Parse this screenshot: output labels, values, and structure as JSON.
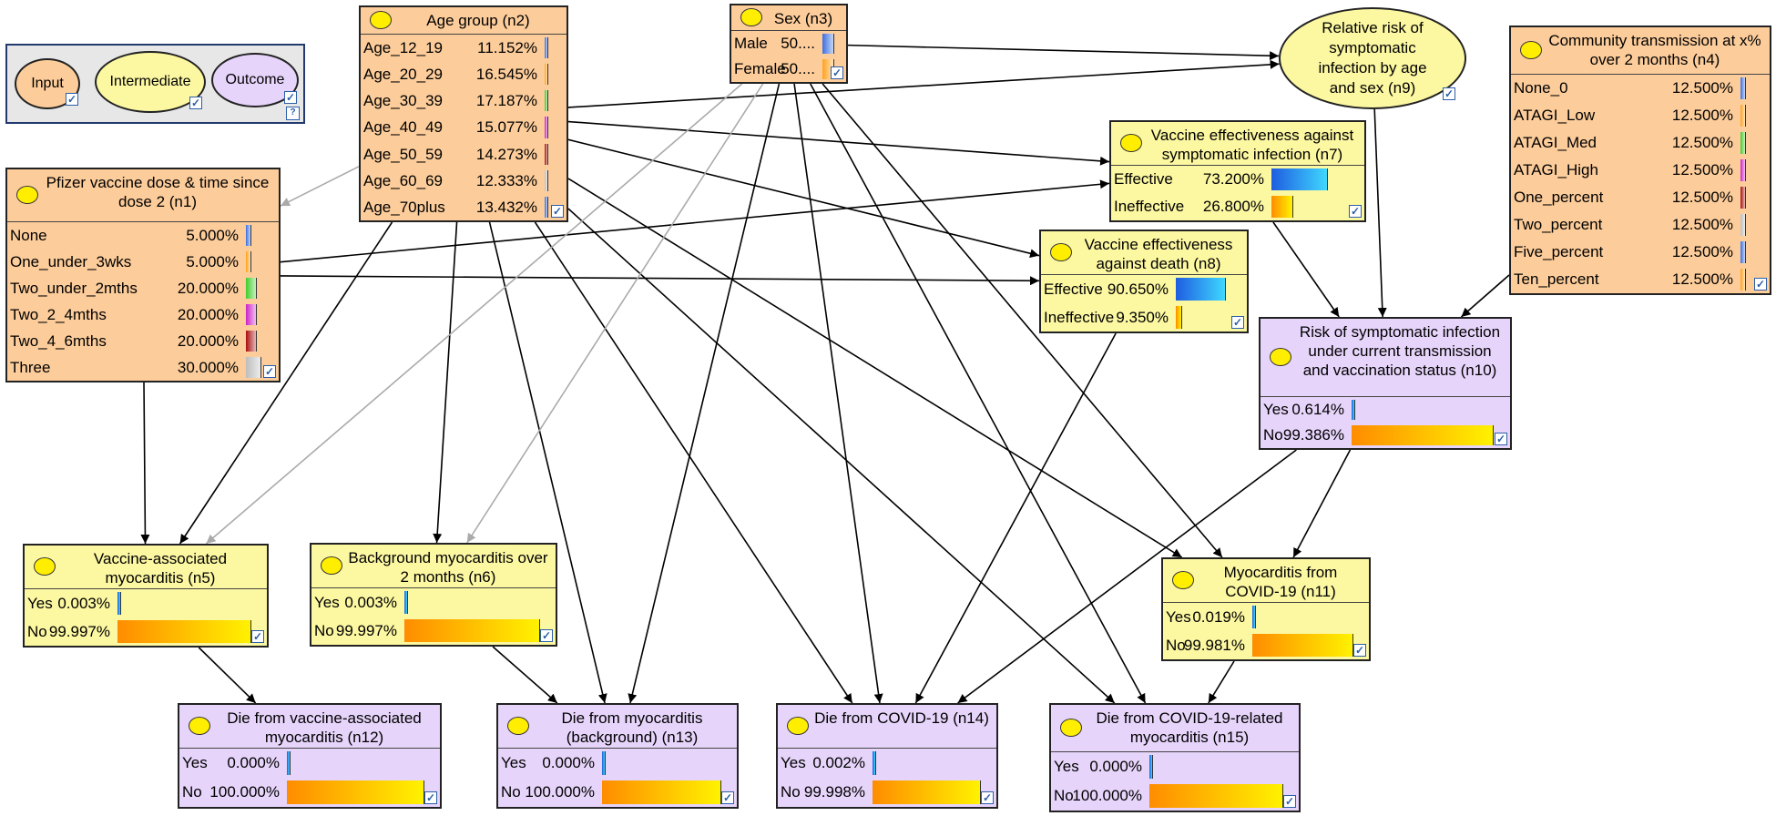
{
  "legend": {
    "input": "Input",
    "intermediate": "Intermediate",
    "outcome": "Outcome"
  },
  "nodes": {
    "n1": {
      "title": "Pfizer vaccine dose & time since dose 2 (n1)",
      "states": [
        {
          "label": "None",
          "value": "5.000%",
          "frac": 0.05,
          "color": "#3a6fe0"
        },
        {
          "label": "One_under_3wks",
          "value": "5.000%",
          "frac": 0.05,
          "color": "#ffa11a"
        },
        {
          "label": "Two_under_2mths",
          "value": "20.000%",
          "frac": 0.2,
          "color": "#3fcc2a"
        },
        {
          "label": "Two_2_4mths",
          "value": "20.000%",
          "frac": 0.2,
          "color": "#cc22c8"
        },
        {
          "label": "Two_4_6mths",
          "value": "20.000%",
          "frac": 0.2,
          "color": "#a80d0d"
        },
        {
          "label": "Three",
          "value": "30.000%",
          "frac": 0.3,
          "color": "#bdbdbd"
        }
      ]
    },
    "n2": {
      "title": "Age group (n2)",
      "states": [
        {
          "label": "Age_12_19",
          "value": "11.152%",
          "frac": 0.11152,
          "color": "#3a6fe0"
        },
        {
          "label": "Age_20_29",
          "value": "16.545%",
          "frac": 0.16545,
          "color": "#ffa11a"
        },
        {
          "label": "Age_30_39",
          "value": "17.187%",
          "frac": 0.17187,
          "color": "#3fcc2a"
        },
        {
          "label": "Age_40_49",
          "value": "15.077%",
          "frac": 0.15077,
          "color": "#cc22c8"
        },
        {
          "label": "Age_50_59",
          "value": "14.273%",
          "frac": 0.14273,
          "color": "#a80d0d"
        },
        {
          "label": "Age_60_69",
          "value": "12.333%",
          "frac": 0.12333,
          "color": "#bdbdbd"
        },
        {
          "label": "Age_70plus",
          "value": "13.432%",
          "frac": 0.13432,
          "color": "#3a6fe0"
        }
      ]
    },
    "n3": {
      "title": "Sex (n3)",
      "states": [
        {
          "label": "Male",
          "value": "50....",
          "frac": 0.5,
          "color": "#3a6fe0"
        },
        {
          "label": "Female",
          "value": "50....",
          "frac": 0.5,
          "color": "#ffa11a"
        }
      ]
    },
    "n4": {
      "title": "Community transmission at x% over 2 months (n4)",
      "states": [
        {
          "label": "None_0",
          "value": "12.500%",
          "frac": 0.125,
          "color": "#3a6fe0"
        },
        {
          "label": "ATAGI_Low",
          "value": "12.500%",
          "frac": 0.125,
          "color": "#ffa11a"
        },
        {
          "label": "ATAGI_Med",
          "value": "12.500%",
          "frac": 0.125,
          "color": "#3fcc2a"
        },
        {
          "label": "ATAGI_High",
          "value": "12.500%",
          "frac": 0.125,
          "color": "#cc22c8"
        },
        {
          "label": "One_percent",
          "value": "12.500%",
          "frac": 0.125,
          "color": "#a80d0d"
        },
        {
          "label": "Two_percent",
          "value": "12.500%",
          "frac": 0.125,
          "color": "#bdbdbd"
        },
        {
          "label": "Five_percent",
          "value": "12.500%",
          "frac": 0.125,
          "color": "#3a6fe0"
        },
        {
          "label": "Ten_percent",
          "value": "12.500%",
          "frac": 0.125,
          "color": "#ffa11a"
        }
      ]
    },
    "n5": {
      "title": "Vaccine-associated myocarditis (n5)",
      "states": [
        {
          "label": "Yes",
          "value": "0.003%",
          "frac": 3e-05,
          "color": "#3a6fe0"
        },
        {
          "label": "No",
          "value": "99.997%",
          "frac": 0.99997,
          "color": "#ffa11a"
        }
      ]
    },
    "n6": {
      "title": "Background myocarditis over 2 months (n6)",
      "states": [
        {
          "label": "Yes",
          "value": "0.003%",
          "frac": 3e-05,
          "color": "#3a6fe0"
        },
        {
          "label": "No",
          "value": "99.997%",
          "frac": 0.99997,
          "color": "#ffa11a"
        }
      ]
    },
    "n7": {
      "title": "Vaccine effectiveness against symptomatic infection (n7)",
      "states": [
        {
          "label": "Effective",
          "value": "73.200%",
          "frac": 0.732,
          "color": "#3a6fe0"
        },
        {
          "label": "Ineffective",
          "value": "26.800%",
          "frac": 0.268,
          "color": "#ffa11a"
        }
      ]
    },
    "n8": {
      "title": "Vaccine effectiveness against death (n8)",
      "states": [
        {
          "label": "Effective",
          "value": "90.650%",
          "frac": 0.9065,
          "color": "#3a6fe0"
        },
        {
          "label": "Ineffective",
          "value": "9.350%",
          "frac": 0.0935,
          "color": "#ffa11a"
        }
      ]
    },
    "n9": {
      "title": "Relative risk of symptomatic infection by age and sex (n9)"
    },
    "n10": {
      "title": "Risk of symptomatic infection under current transmission and vaccination status (n10)",
      "states": [
        {
          "label": "Yes",
          "value": "0.614%",
          "frac": 0.00614,
          "color": "#3a6fe0"
        },
        {
          "label": "No",
          "value": "99.386%",
          "frac": 0.99386,
          "color": "#ffa11a"
        }
      ]
    },
    "n11": {
      "title": "Myocarditis from COVID-19 (n11)",
      "states": [
        {
          "label": "Yes",
          "value": "0.019%",
          "frac": 0.00019,
          "color": "#3a6fe0"
        },
        {
          "label": "No",
          "value": "99.981%",
          "frac": 0.99981,
          "color": "#ffa11a"
        }
      ]
    },
    "n12": {
      "title": "Die from vaccine-associated myocarditis (n12)",
      "states": [
        {
          "label": "Yes",
          "value": "0.000%",
          "frac": 0.0,
          "color": "#3a6fe0"
        },
        {
          "label": "No",
          "value": "100.000%",
          "frac": 1.0,
          "color": "#ffa11a"
        }
      ]
    },
    "n13": {
      "title": "Die from myocarditis (background) (n13)",
      "states": [
        {
          "label": "Yes",
          "value": "0.000%",
          "frac": 0.0,
          "color": "#3a6fe0"
        },
        {
          "label": "No",
          "value": "100.000%",
          "frac": 1.0,
          "color": "#ffa11a"
        }
      ]
    },
    "n14": {
      "title": "Die from COVID-19 (n14)",
      "states": [
        {
          "label": "Yes",
          "value": "0.002%",
          "frac": 2e-05,
          "color": "#3a6fe0"
        },
        {
          "label": "No",
          "value": "99.998%",
          "frac": 0.99998,
          "color": "#ffa11a"
        }
      ]
    },
    "n15": {
      "title": "Die from COVID-19-related myocarditis (n15)",
      "states": [
        {
          "label": "Yes",
          "value": "0.000%",
          "frac": 0.0,
          "color": "#3a6fe0"
        },
        {
          "label": "No",
          "value": "100.000%",
          "frac": 1.0,
          "color": "#ffa11a"
        }
      ]
    }
  },
  "edges": [
    [
      "n1",
      "n7"
    ],
    [
      "n1",
      "n8"
    ],
    [
      "n1",
      "n5"
    ],
    [
      "n2",
      "n1"
    ],
    [
      "n2",
      "n9"
    ],
    [
      "n2",
      "n7"
    ],
    [
      "n2",
      "n8"
    ],
    [
      "n2",
      "n11"
    ],
    [
      "n2",
      "n5"
    ],
    [
      "n2",
      "n6"
    ],
    [
      "n2",
      "n13"
    ],
    [
      "n2",
      "n14"
    ],
    [
      "n2",
      "n15"
    ],
    [
      "n3",
      "n9"
    ],
    [
      "n3",
      "n5"
    ],
    [
      "n3",
      "n6"
    ],
    [
      "n3",
      "n13"
    ],
    [
      "n3",
      "n14"
    ],
    [
      "n3",
      "n15"
    ],
    [
      "n3",
      "n11"
    ],
    [
      "n9",
      "n10"
    ],
    [
      "n7",
      "n10"
    ],
    [
      "n4",
      "n10"
    ],
    [
      "n10",
      "n11"
    ],
    [
      "n10",
      "n14"
    ],
    [
      "n8",
      "n14"
    ],
    [
      "n5",
      "n12"
    ],
    [
      "n6",
      "n13"
    ],
    [
      "n11",
      "n15"
    ]
  ],
  "gray_edges": [
    [
      "n2",
      "n1"
    ],
    [
      "n3",
      "n5"
    ],
    [
      "n3",
      "n6"
    ]
  ]
}
